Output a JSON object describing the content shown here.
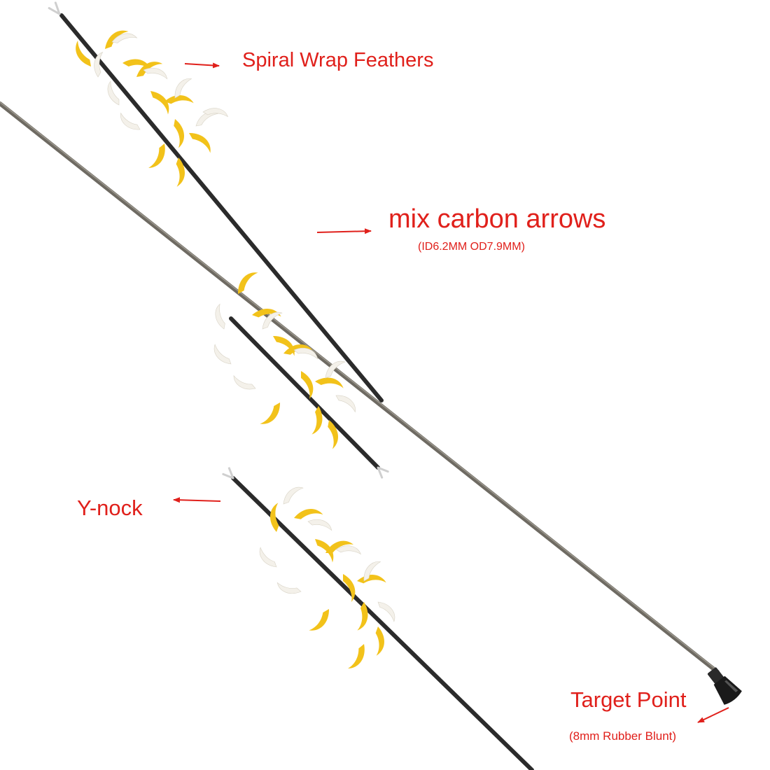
{
  "labels": {
    "spiral_wrap_feathers": "Spiral Wrap Feathers",
    "mix_carbon_arrows": "mix carbon arrows",
    "mix_carbon_arrows_spec": "(ID6.2MM OD7.9MM)",
    "y_nock": "Y-nock",
    "target_point": "Target Point",
    "target_point_spec": "(8mm Rubber Blunt)"
  },
  "colors": {
    "label_red": "#e0201b",
    "arrow_red": "#e0201b",
    "shaft_dark": "#2b2b2b",
    "shaft_grey": "#6e6a62",
    "feather_yellow": "#f2c21a",
    "feather_white": "#f4f1ea",
    "blunt_black": "#1a1a1a"
  },
  "icons": [
    "spiral-feathers-fletching",
    "y-nock-icon",
    "rubber-blunt-tip",
    "pointer-arrow-icon"
  ]
}
